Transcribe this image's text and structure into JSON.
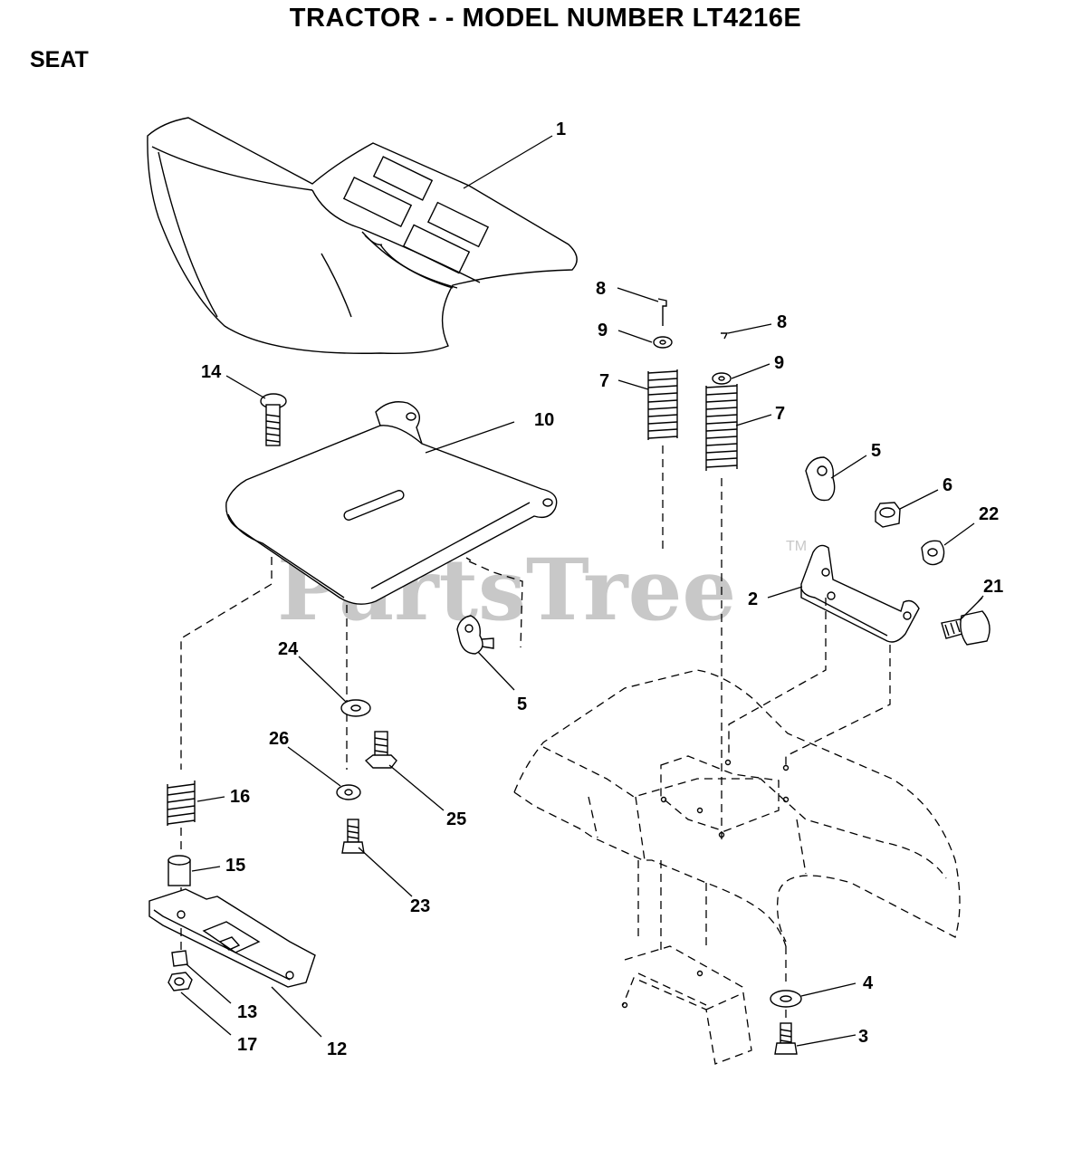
{
  "title": "TRACTOR - - MODEL NUMBER LT4216E",
  "section": "SEAT",
  "watermark": {
    "text": "PartsTree",
    "mark": "TM"
  },
  "callouts": [
    "1",
    "14",
    "10",
    "8",
    "9",
    "7",
    "8",
    "9",
    "7",
    "5",
    "6",
    "22",
    "2",
    "21",
    "24",
    "5",
    "26",
    "25",
    "16",
    "15",
    "23",
    "13",
    "17",
    "12",
    "4",
    "3"
  ]
}
